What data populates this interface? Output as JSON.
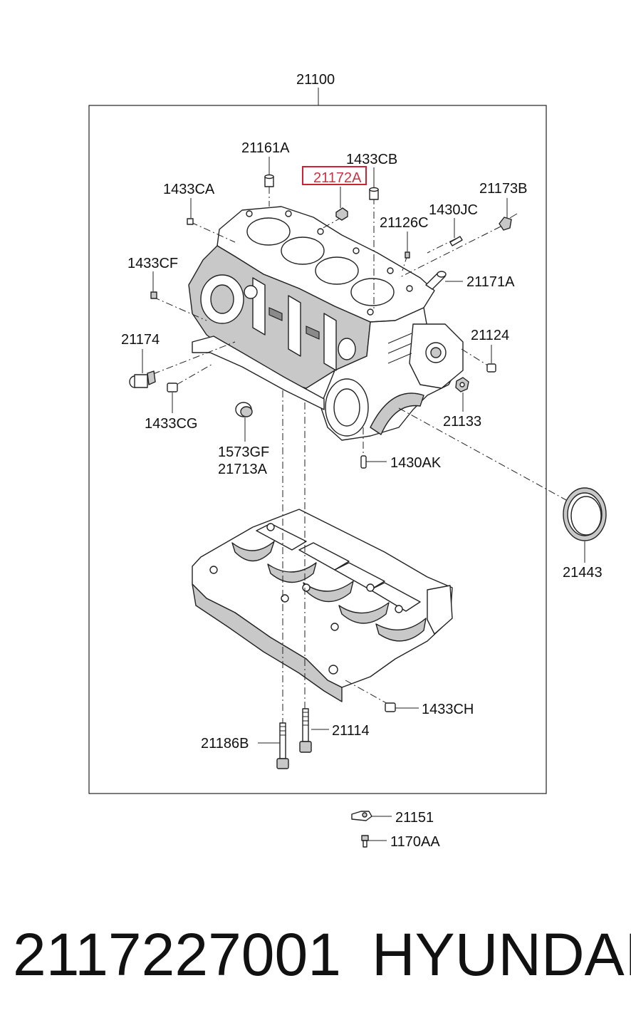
{
  "diagram": {
    "assembly_label": "21100",
    "highlighted_label": "21172A",
    "highlight_color": "#cc2233",
    "callouts": {
      "c21161A": "21161A",
      "c1433CB": "1433CB",
      "c1433CA": "1433CA",
      "c21173B": "21173B",
      "c1430JC": "1430JC",
      "c21126C": "21126C",
      "c1433CF": "1433CF",
      "c21171A": "21171A",
      "c21124": "21124",
      "c21174": "21174",
      "c21133": "21133",
      "c1433CG": "1433CG",
      "c1573GF": "1573GF",
      "c21713A": "21713A",
      "c1430AK": "1430AK",
      "c21443": "21443",
      "c1433CH": "1433CH",
      "c21114": "21114",
      "c21186B": "21186B",
      "c21151": "21151",
      "c1170AA": "1170AA"
    }
  },
  "footer": {
    "part_number": "2117227001",
    "brand": "HYUNDAI"
  }
}
